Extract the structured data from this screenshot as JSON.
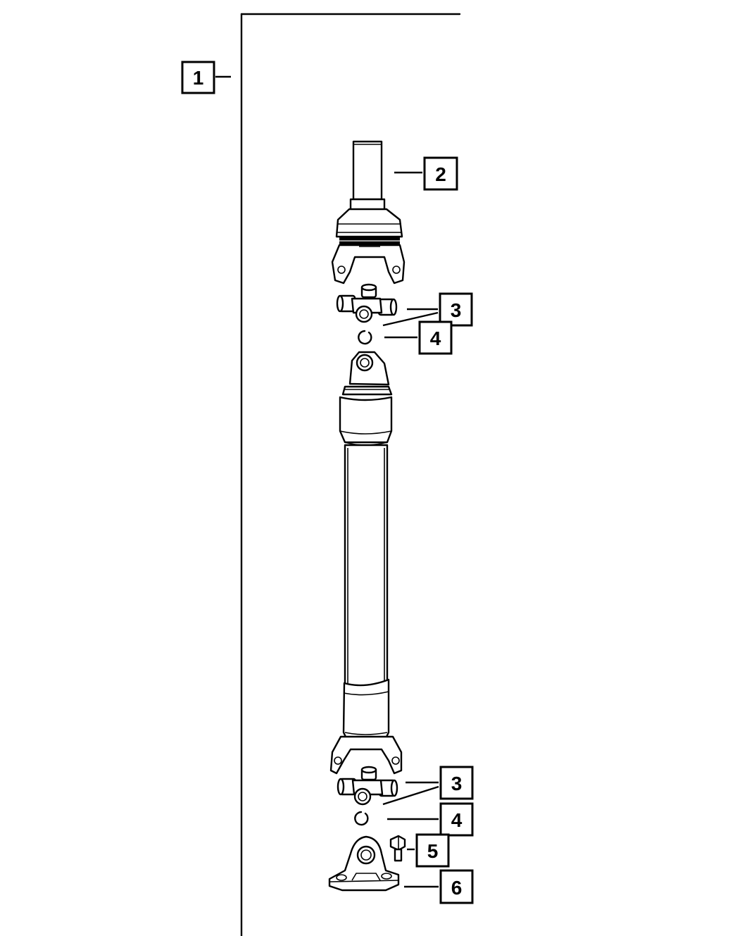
{
  "callouts": {
    "c1": "1",
    "c2": "2",
    "c3a": "3",
    "c4a": "4",
    "c3b": "3",
    "c4b": "4",
    "c5": "5",
    "c6": "6"
  }
}
